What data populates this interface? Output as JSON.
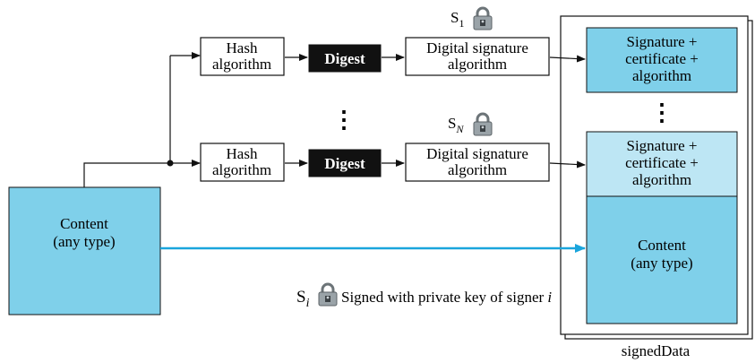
{
  "content_box": {
    "line1": "Content",
    "line2": "(any type)"
  },
  "hash_box": {
    "line1": "Hash",
    "line2": "algorithm"
  },
  "digest_box": {
    "label": "Digest"
  },
  "sig_algo_box": {
    "line1": "Digital signature",
    "line2": "algorithm"
  },
  "signer_labels": {
    "first": "S",
    "first_sub": "1",
    "nth": "S",
    "nth_sub": "N"
  },
  "signer_info": {
    "line1": "Signature +",
    "line2": "certificate +",
    "line3": "algorithm"
  },
  "content_copy": {
    "line1": "Content",
    "line2": "(any type)"
  },
  "ellipsis": "⋮",
  "legend": {
    "symbol": "S",
    "sub": "i",
    "text": "Signed with private key of signer ",
    "signer_var": "i"
  },
  "container_label": "signedData",
  "colors": {
    "box_fill": "#7fd0ea",
    "light_fill": "#bde6f4",
    "arrow_blue": "#1aa5dc",
    "digest_fill": "#111111",
    "lock_body": "#9aa3a8"
  }
}
